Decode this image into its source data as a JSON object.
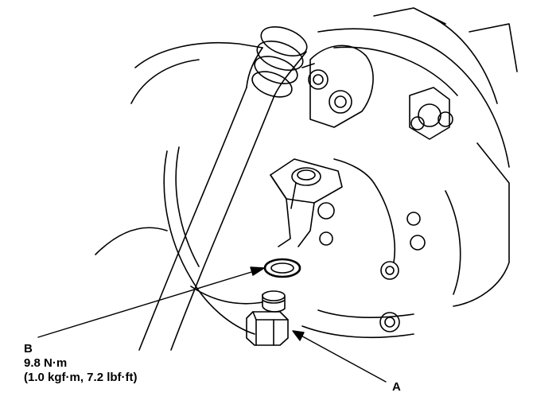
{
  "callouts": {
    "b": {
      "letter": "B",
      "torque_nm": "9.8 N·m",
      "torque_alt": "(1.0 kgf·m, 7.2 lbf·ft)"
    },
    "a": {
      "letter": "A"
    }
  },
  "colors": {
    "line": "#000000",
    "background": "#ffffff"
  }
}
